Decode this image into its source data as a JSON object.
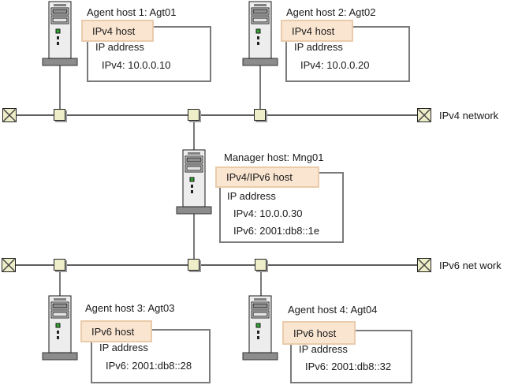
{
  "networks": [
    {
      "label": "IPv4 network"
    },
    {
      "label": "IPv6 net work"
    }
  ],
  "hosts": [
    {
      "title": "Agent host 1: Agt01",
      "type_label": "IPv4 host",
      "ip_heading": "IP address",
      "addresses": [
        "IPv4: 10.0.0.10"
      ]
    },
    {
      "title": "Agent host 2: Agt02",
      "type_label": "IPv4 host",
      "ip_heading": "IP address",
      "addresses": [
        "IPv4: 10.0.0.20"
      ]
    },
    {
      "title": "Manager host: Mng01",
      "type_label": "IPv4/IPv6 host",
      "ip_heading": "IP address",
      "addresses": [
        "IPv4: 10.0.0.30",
        "IPv6: 2001:db8::1e"
      ]
    },
    {
      "title": "Agent host 3: Agt03",
      "type_label": "IPv6 host",
      "ip_heading": "IP address",
      "addresses": [
        "IPv6: 2001:db8::28"
      ]
    },
    {
      "title": "Agent host 4: Agt04",
      "type_label": "IPv6 host",
      "ip_heading": "IP address",
      "addresses": [
        "IPv6: 2001:db8::32"
      ]
    }
  ],
  "colors": {
    "type_label_bg": "#FAE5D1",
    "type_label_border": "#EACCAB",
    "node_fill": "#EEEEC9",
    "connector_line": "#6B6B6B",
    "ip_box_border": "#7A7A7A"
  }
}
